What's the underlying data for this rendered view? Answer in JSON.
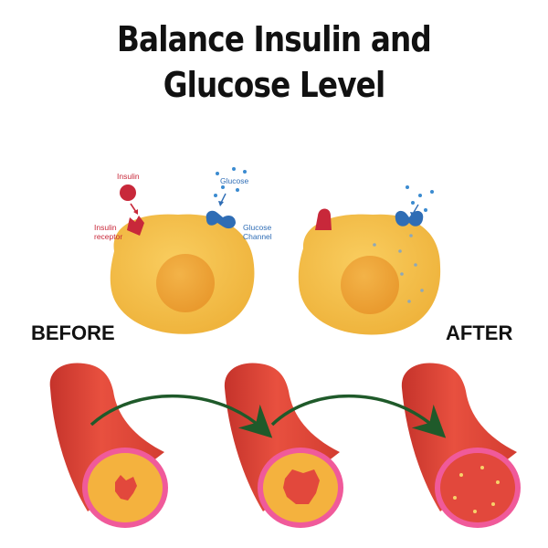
{
  "title": {
    "line1": "Balance Insulin and",
    "line2": "Glucose Level"
  },
  "labels": {
    "before": "BEFORE",
    "after": "AFTER",
    "insulin": "Insulin",
    "insulin_receptor_line1": "Insulin",
    "insulin_receptor_line2": "receptor",
    "glucose": "Glucose",
    "glucose_channel_line1": "Glucose",
    "glucose_channel_line2": "Channel"
  },
  "colors": {
    "cell": "#f5c04a",
    "nucleus": "#f0a838",
    "insulin": "#c8283a",
    "glucose_channel": "#2f6db5",
    "glucose_dot": "#3b8bd0",
    "vessel": "#e2483c",
    "vessel_dark": "#b92c25",
    "vessel_ring": "#f05a9a",
    "plaque": "#f4b23e",
    "arrow": "#1f5a2a"
  }
}
